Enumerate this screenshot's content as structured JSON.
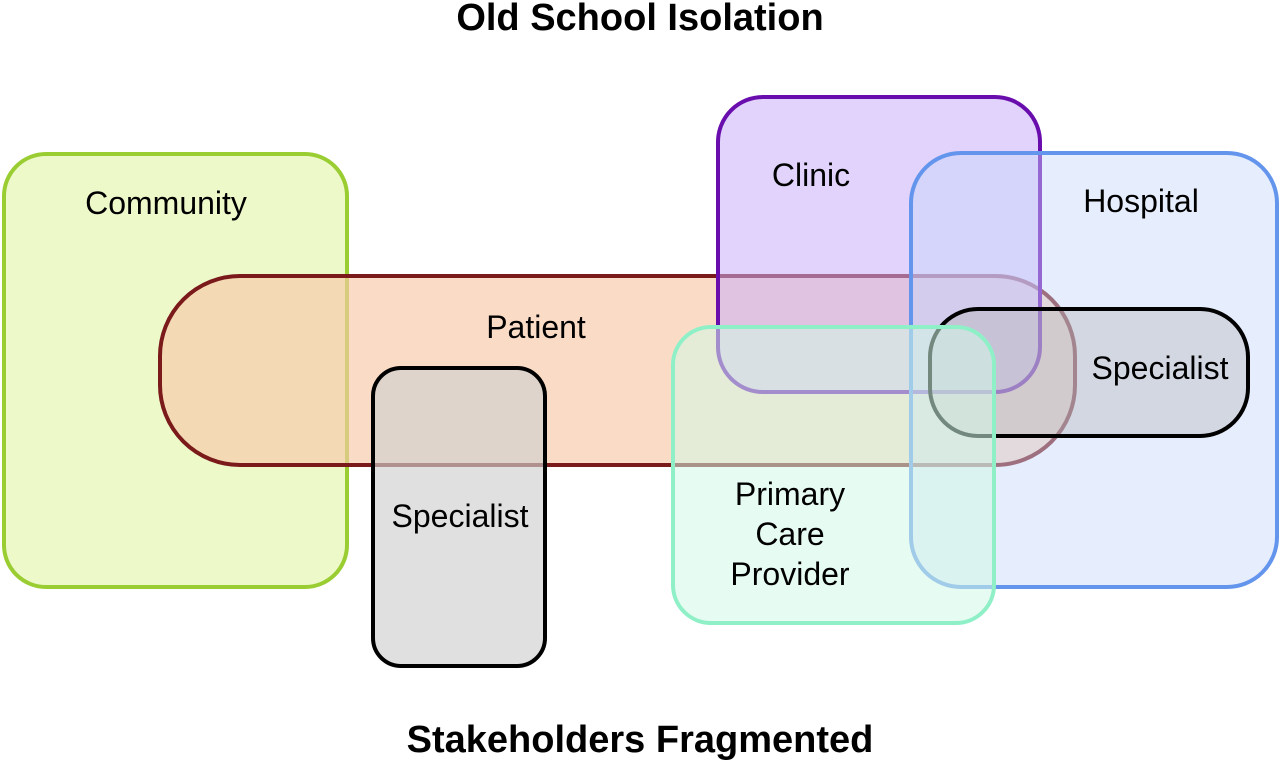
{
  "title": "Old School Isolation",
  "subtitle": "Stakeholders Fragmented",
  "shapes": {
    "community": {
      "label": "Community",
      "fill": "#e8f7b8",
      "stroke": "#9acd32"
    },
    "patient": {
      "label": "Patient",
      "fill": "#f8c9a8",
      "stroke": "#7a1a1a"
    },
    "specialist_left": {
      "label": "Specialist",
      "fill": "#cfcfcf",
      "stroke": "#000000"
    },
    "clinic": {
      "label": "Clinic",
      "fill": "#c9aef7",
      "stroke": "#6a0dad"
    },
    "hospital": {
      "label": "Hospital",
      "fill": "#c8d8fb",
      "stroke": "#6495ed"
    },
    "specialist_right": {
      "label": "Specialist",
      "fill": "#b0b0b0",
      "stroke": "#000000"
    },
    "primary_care": {
      "label_lines": [
        "Primary",
        "Care",
        "Provider"
      ],
      "fill": "#d2f7e6",
      "stroke": "#8ff0c8"
    }
  }
}
